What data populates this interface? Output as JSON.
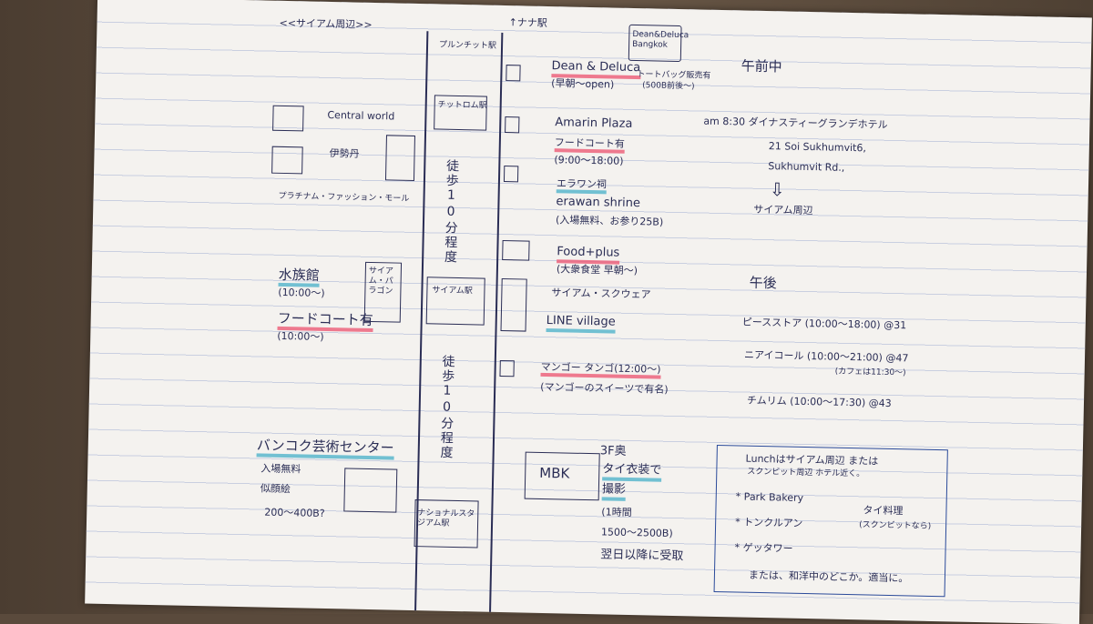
{
  "header": {
    "title": "<<サイアム周辺>>",
    "top_station": "↑ナナ駅"
  },
  "stations": {
    "chitlom_top": "プルンチット駅",
    "chitlom": "チットロム駅",
    "siam": "サイアム駅",
    "national": "ナショナルスタジアム駅"
  },
  "walk": {
    "walk1": "徒歩10分程度",
    "walk2": "徒歩10分程度"
  },
  "left": {
    "central_world": "Central world",
    "isetan": "伊勢丹",
    "platinum": "プラチナム・ファッション・モール",
    "aquarium": "水族館",
    "aquarium_hours": "(10:00〜)",
    "siam_paragon": "サイアム・パラゴン",
    "foodcourt": "フードコート有",
    "foodcourt_hours": "(10:00〜)",
    "bacc": "バンコク芸術センター",
    "bacc_free": "入場無料",
    "bacc_frame": "似顔絵",
    "bacc_price": "200〜400B?"
  },
  "right": {
    "dean_tag": "Dean&Deluca Bangkok",
    "dean": "Dean & Deluca",
    "dean_open": "(早朝〜open)",
    "dean_tote": "トートバッグ販売有",
    "dean_tote_price": "(500B前後〜)",
    "amarin": "Amarin Plaza",
    "amarin_fc": "フードコート有",
    "amarin_hours": "(9:00〜18:00)",
    "erawan_jp": "エラワン祠",
    "erawan_en": "erawan shrine",
    "erawan_note": "(入場無料、お参り25B)",
    "foodplus": "Food+plus",
    "foodplus_note": "(大衆食堂 早朝〜)",
    "siam_square": "サイアム・スクウェア",
    "line": "LINE village",
    "mango": "マンゴー タンゴ(12:00〜)",
    "mango_note": "(マンゴーのスイーツで有名)",
    "mbk": "MBK",
    "mbk_floor": "3F奥",
    "mbk_1": "タイ衣装で",
    "mbk_2": "撮影",
    "mbk_3": "(1時間",
    "mbk_4": "1500〜2500B)",
    "mbk_5": "翌日以降に受取"
  },
  "schedule": {
    "am": "午前中",
    "am_time": "am 8:30 ダイナスティーグランデホテル",
    "addr1": "21 Soi Sukhumvit6,",
    "addr2": "Sukhumvit Rd.,",
    "arrow": "⇩",
    "to_siam": "サイアム周辺",
    "pm": "午後",
    "pm1": "ピースストア (10:00〜18:00) @31",
    "pm2": "ニアイコール (10:00〜21:00) @47",
    "pm2_note": "(カフェは11:30〜)",
    "pm3": "チムリム (10:00〜17:30) @43"
  },
  "lunch": {
    "head": "Lunchはサイアム周辺 または",
    "head2": "スクンビット周辺 ホテル近く。",
    "item1": "* Park Bakery",
    "item2": "* トンクルアン",
    "item3": "* ゲッタワー",
    "thai": "タイ料理",
    "thai_note": "(スクンビットなら)",
    "foot": "または、和洋中のどこか。適当に。"
  }
}
